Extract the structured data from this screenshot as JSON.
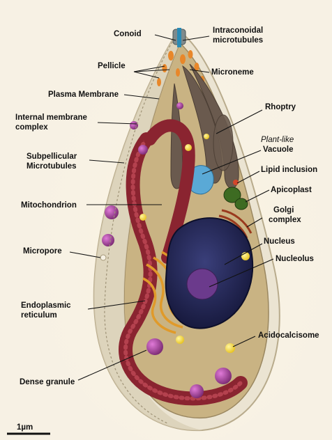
{
  "labels": {
    "conoid": "Conoid",
    "intraconoidal_1": "Intraconoidal",
    "intraconoidal_2": "microtubules",
    "pellicle": "Pellicle",
    "microneme": "Microneme",
    "plasma_membrane": "Plasma Membrane",
    "internal_membrane_1": "Internal membrane",
    "internal_membrane_2": "complex",
    "rhoptry": "Rhoptry",
    "plant_like": "Plant-like",
    "vacuole": "Vacuole",
    "subpellicular_1": "Subpellicular",
    "subpellicular_2": "Microtubules",
    "lipid_inclusion": "Lipid inclusion",
    "apicoplast": "Apicoplast",
    "mitochondrion": "Mitochondrion",
    "golgi_1": "Golgi",
    "golgi_2": "complex",
    "nucleus": "Nucleus",
    "micropore": "Micropore",
    "nucleolus": "Nucleolus",
    "er_1": "Endoplasmic",
    "er_2": "reticulum",
    "acidocalcisome": "Acidocalcisome",
    "dense_granule": "Dense granule"
  },
  "scale_bar": {
    "label": "1µm"
  },
  "colors": {
    "background": "#f7f1e4",
    "cytoplasm": "#c9b383",
    "membrane": "#e8e2d2",
    "mitochondrion": "#8a2430",
    "nucleus": "#1d1f4a",
    "nucleolus": "#6b3a8c",
    "rhoptry": "#6a5a4e",
    "vacuole": "#5aa9d6",
    "apicoplast": "#3d6b22",
    "dense_granule": "#a8409a",
    "acidocalcisome": "#f2d43b",
    "er": "#e09a2a"
  }
}
